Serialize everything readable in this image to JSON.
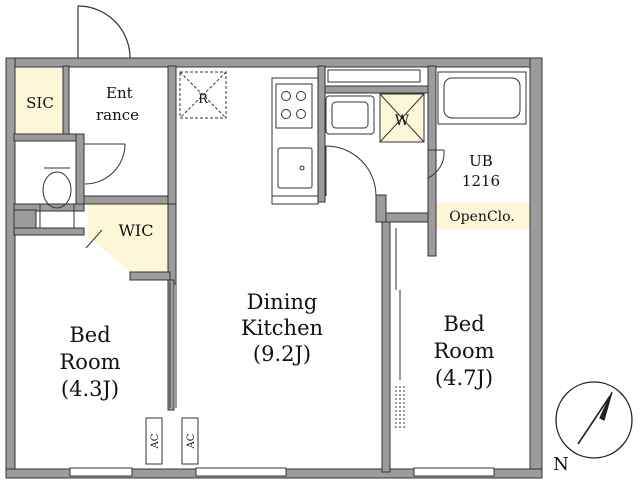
{
  "rooms": {
    "sic": "SIC",
    "entrance_line1": "Ent",
    "entrance_line2": "rance",
    "refrigerator": "R",
    "washer": "W",
    "unit_bath_line1": "UB",
    "unit_bath_line2": "1216",
    "wic": "WIC",
    "open_closet": "OpenClo.",
    "dining_line1": "Dining",
    "dining_line2": "Kitchen",
    "dining_size": "(9.2J)",
    "bed_left_line1": "Bed",
    "bed_left_line2": "Room",
    "bed_left_size": "(4.3J)",
    "bed_right_line1": "Bed",
    "bed_right_line2": "Room",
    "bed_right_size": "(4.7J)",
    "ac_left": "AC",
    "ac_right": "AC"
  },
  "compass": {
    "north": "N"
  },
  "colors": {
    "wall": "#9c9c9c",
    "closet_fill": "#fdf7d8",
    "line": "#333333"
  }
}
